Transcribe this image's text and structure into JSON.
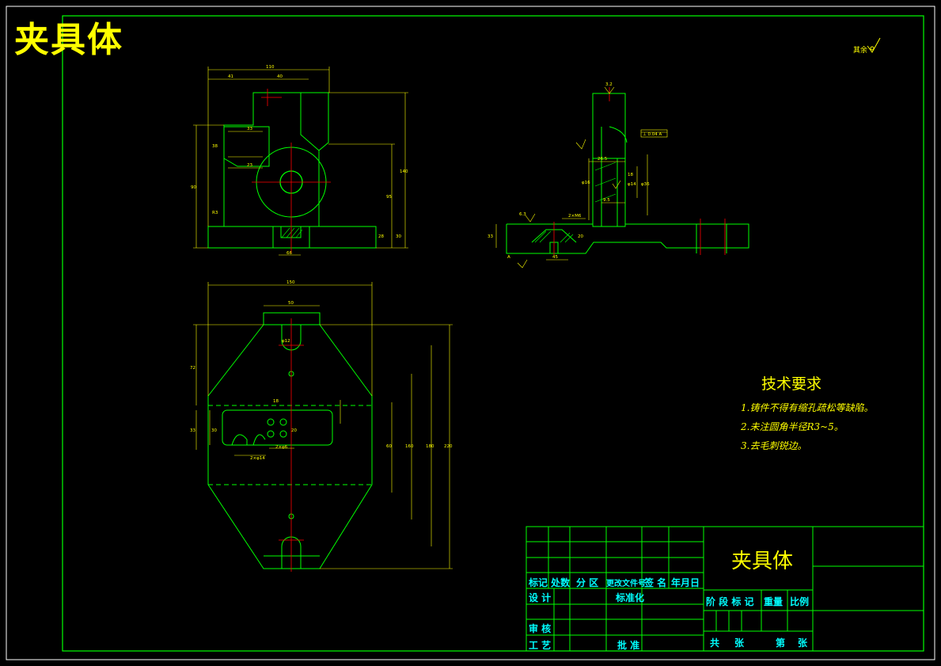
{
  "drawing": {
    "title": "夹具体",
    "roughness_note": "其余",
    "technical_requirements": {
      "heading": "技术要求",
      "items": [
        "1.铸件不得有缩孔疏松等缺陷。",
        "2.未注圆角半径R3~5。",
        "3.去毛刺锐边。"
      ]
    },
    "dimensions": {
      "front_view": [
        "110",
        "41",
        "40",
        "33",
        "38",
        "23",
        "R3",
        "90",
        "140",
        "95",
        "28",
        "30",
        "66"
      ],
      "side_view": [
        "3.2",
        "⊥ 0.04 A",
        "26.5",
        "φ16",
        "φ36",
        "φ14",
        "18",
        "9.5",
        "2×M6",
        "33",
        "45",
        "20",
        "A",
        "6.3"
      ],
      "top_view": [
        "150",
        "50",
        "72",
        "18",
        "33",
        "30",
        "20",
        "60",
        "160",
        "180",
        "220",
        "2×φ14",
        "2×φ6",
        "φ12"
      ]
    },
    "title_block": {
      "part_name": "夹具体",
      "row_labels": [
        "标记",
        "处数",
        "分 区",
        "更改文件号",
        "签 名",
        "年月日"
      ],
      "design": "设 计",
      "standardization": "标准化",
      "stage_mark": "阶 段 标 记",
      "weight": "重量",
      "scale": "比例",
      "review": "审 核",
      "process": "工 艺",
      "approve": "批 准",
      "total": "共",
      "sheets": "张",
      "sheet_no": "第",
      "sheets2": "张"
    },
    "colors": {
      "background": "#000000",
      "outline": "#00ff00",
      "dimension": "#ffff00",
      "centerline": "#ff0000",
      "frame": "#ffffff",
      "title_block_text": "#00ffff"
    }
  }
}
